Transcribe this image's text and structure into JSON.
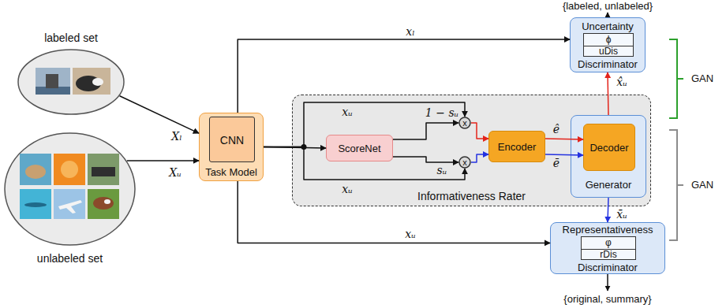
{
  "diagram": {
    "nodes": [
      {
        "text": [
          "labeled set"
        ]
      },
      {
        "text": [
          "unlabeled set"
        ]
      },
      {
        "text": [
          "Task Model"
        ]
      },
      {
        "text": [
          "CNN"
        ],
        "in": 2
      },
      {
        "text": [
          "Uncertainty",
          "Discriminator"
        ]
      },
      {
        "text": [
          "ϕ",
          "uDis"
        ],
        "in": 4
      },
      {
        "text": [
          "Informativeness Rater"
        ]
      },
      {
        "text": [
          "ScoreNet"
        ],
        "in": 6
      },
      {
        "text": [
          "x"
        ],
        "in": 6
      },
      {
        "text": [
          "x"
        ],
        "in": 6
      },
      {
        "text": [
          "Encoder"
        ],
        "in": 6
      },
      {
        "text": [
          "Generator"
        ],
        "in": 6
      },
      {
        "text": [
          "Decoder"
        ],
        "in": 11
      },
      {
        "text": [
          "Representativeness",
          "Discriminator"
        ]
      },
      {
        "text": [
          "φ",
          "rDis"
        ],
        "in": 13
      }
    ],
    "edges": [
      {
        "from": 0,
        "to": 2,
        "arrow": "to",
        "label": "Xₗ"
      },
      {
        "from": 1,
        "to": 2,
        "arrow": "to",
        "label": "Xᵤ"
      },
      {
        "from": 2,
        "to": 4,
        "arrow": "to",
        "label": "xₗ"
      },
      {
        "from": 2,
        "to": 7,
        "arrow": "to"
      },
      {
        "from": 2,
        "to": 8,
        "arrow": "to",
        "label": "xᵤ"
      },
      {
        "from": 2,
        "to": 9,
        "arrow": "to",
        "label": "xᵤ"
      },
      {
        "from": 7,
        "to": 8,
        "arrow": "to",
        "label": "1 − sᵤ"
      },
      {
        "from": 7,
        "to": 9,
        "arrow": "to",
        "label": "sᵤ"
      },
      {
        "from": 8,
        "to": 10,
        "arrow": "to"
      },
      {
        "from": 9,
        "to": 10,
        "arrow": "to"
      },
      {
        "from": 10,
        "to": 12,
        "arrow": "to",
        "label": "ê"
      },
      {
        "from": 10,
        "to": 12,
        "arrow": "to",
        "label": "ē"
      },
      {
        "from": 11,
        "to": 4,
        "arrow": "to",
        "label": "x̂ᵤ"
      },
      {
        "from": 11,
        "to": 13,
        "arrow": "to",
        "label": "x̄ᵤ"
      },
      {
        "from": 2,
        "to": 13,
        "arrow": "to",
        "label": "xᵤ"
      }
    ],
    "labels": [
      "{labeled, unlabeled}",
      "GAN",
      "GAN",
      "{original, summary}"
    ]
  }
}
